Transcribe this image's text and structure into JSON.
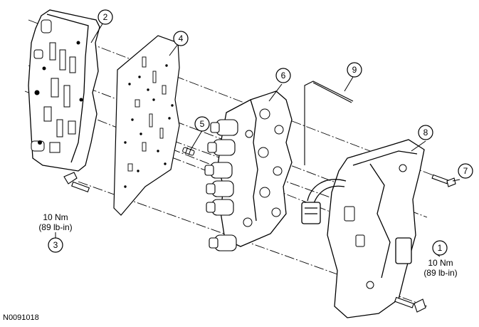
{
  "figure_id": "N0091018",
  "callouts": [
    {
      "number": "1",
      "torque_nm": "10 Nm",
      "torque_lbin": "(89 lb-in)"
    },
    {
      "number": "2"
    },
    {
      "number": "3",
      "torque_nm": "10 Nm",
      "torque_lbin": "(89 lb-in)"
    },
    {
      "number": "4"
    },
    {
      "number": "5"
    },
    {
      "number": "6"
    },
    {
      "number": "7"
    },
    {
      "number": "8"
    },
    {
      "number": "9"
    }
  ],
  "colors": {
    "line": "#000000",
    "background": "#ffffff",
    "part_fill": "#ffffff",
    "shade": "#d9d9d9"
  }
}
